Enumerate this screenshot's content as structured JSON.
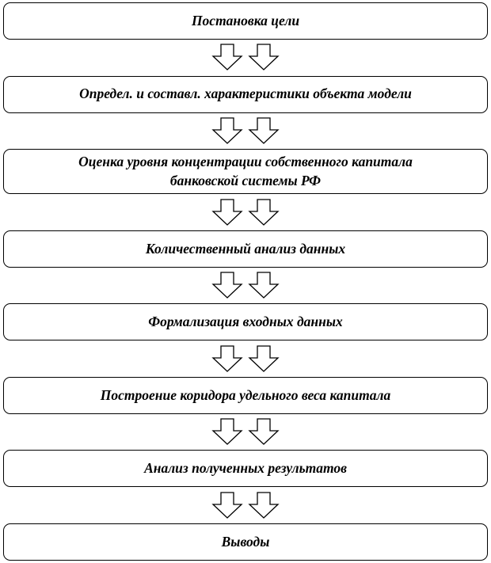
{
  "diagram": {
    "steps": [
      {
        "label": "Постановка цели"
      },
      {
        "label": "Определ. и составл. характеристики объекта модели"
      },
      {
        "label": "Оценка уровня концентрации собственного капитала\nбанковской системы РФ"
      },
      {
        "label": "Количественный анализ данных"
      },
      {
        "label": "Формализация входных данных"
      },
      {
        "label": "Построение коридора удельного веса капитала"
      },
      {
        "label": "Анализ полученных результатов"
      },
      {
        "label": "Выводы"
      }
    ],
    "colors": {
      "box_fill": "#ffffff",
      "box_border": "#000000",
      "arrow_fill": "#ffffff",
      "arrow_stroke": "#000000"
    }
  }
}
